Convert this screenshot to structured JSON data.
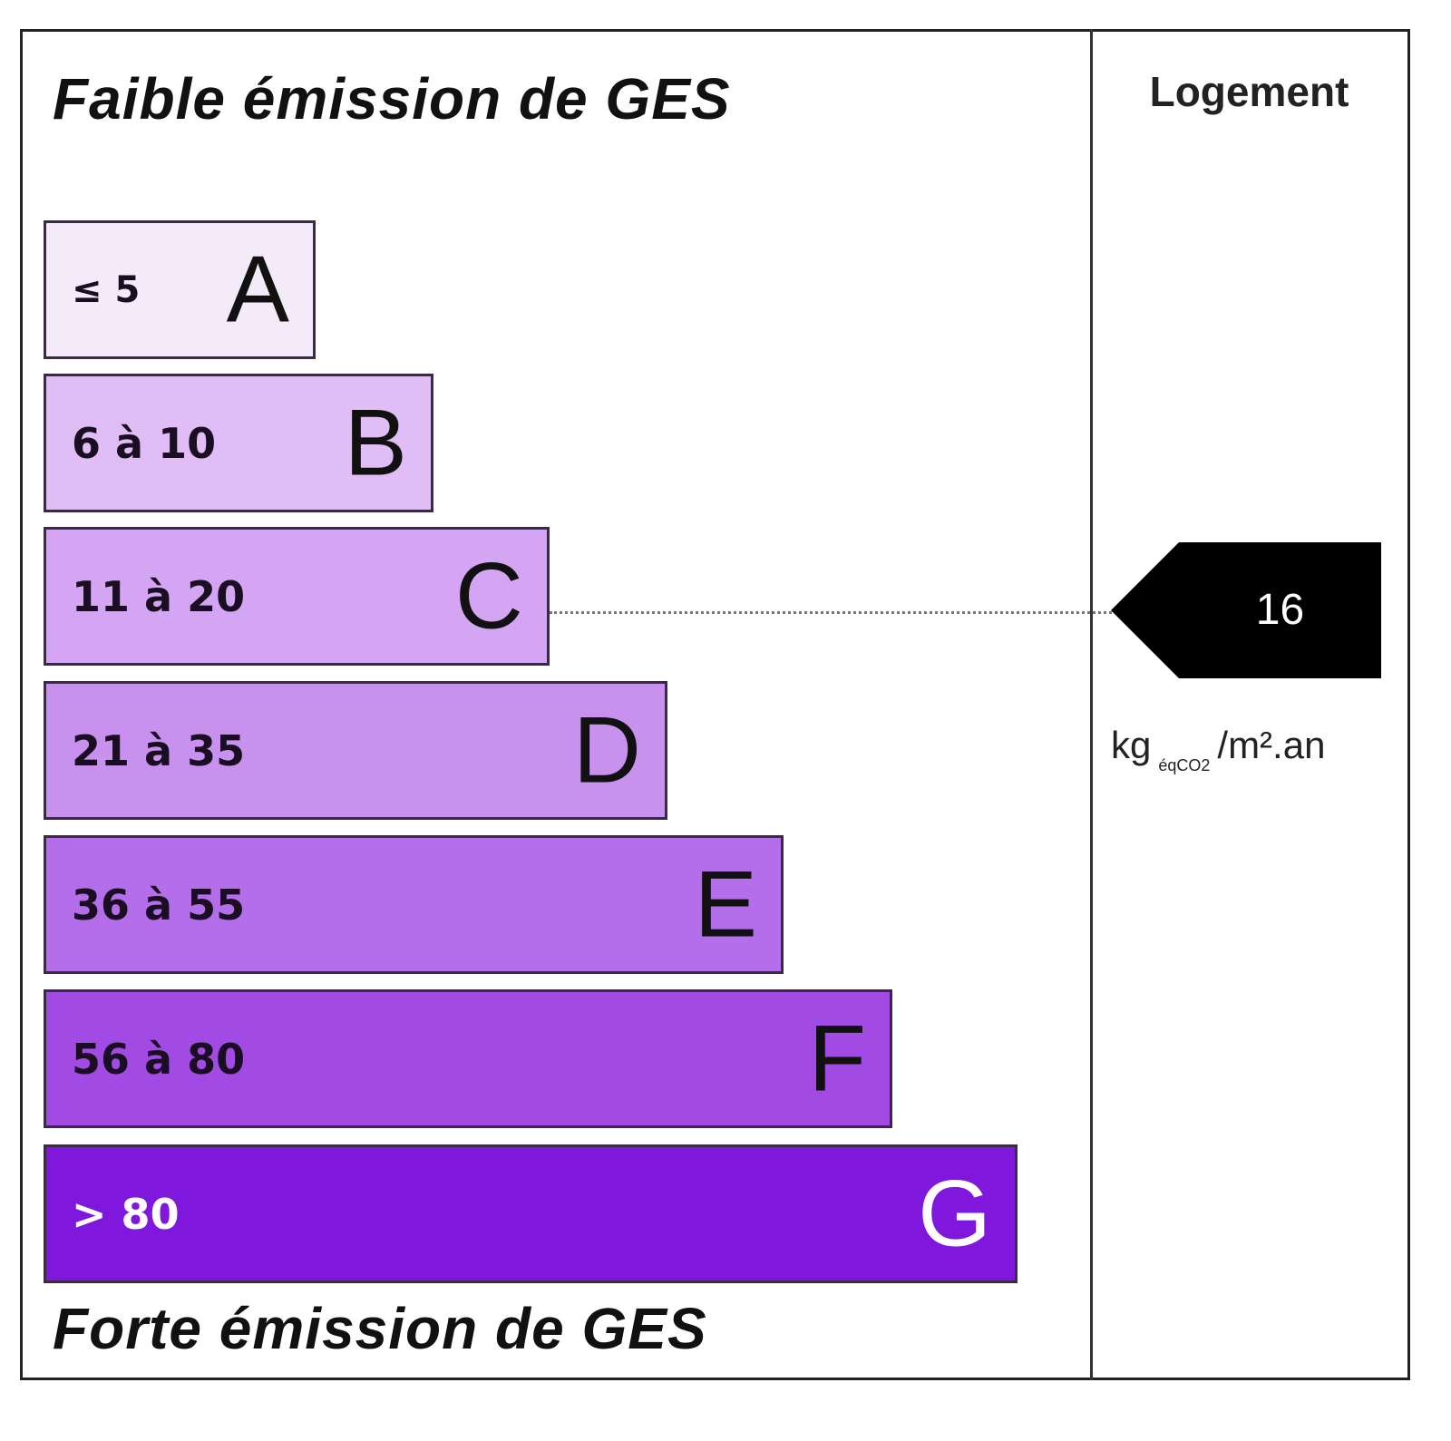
{
  "chart_data": {
    "type": "bar",
    "title_top": "Faible émission de GES",
    "title_bottom": "Forte émission de GES",
    "column_header": "Logement",
    "categories": [
      "A",
      "B",
      "C",
      "D",
      "E",
      "F",
      "G"
    ],
    "ranges": [
      "≤ 5",
      "6 à 10",
      "11 à 20",
      "21 à 35",
      "36 à 55",
      "56 à 80",
      "> 80"
    ],
    "colors": [
      "#f3eafa",
      "#e0bdf5",
      "#d3a5f2",
      "#c991ee",
      "#b56ee9",
      "#a24ae4",
      "#8017dd"
    ],
    "value": "16",
    "value_class": "C",
    "unit_prefix": "kg",
    "unit_sub": "éqCO2",
    "unit_suffix": "/m².an"
  }
}
